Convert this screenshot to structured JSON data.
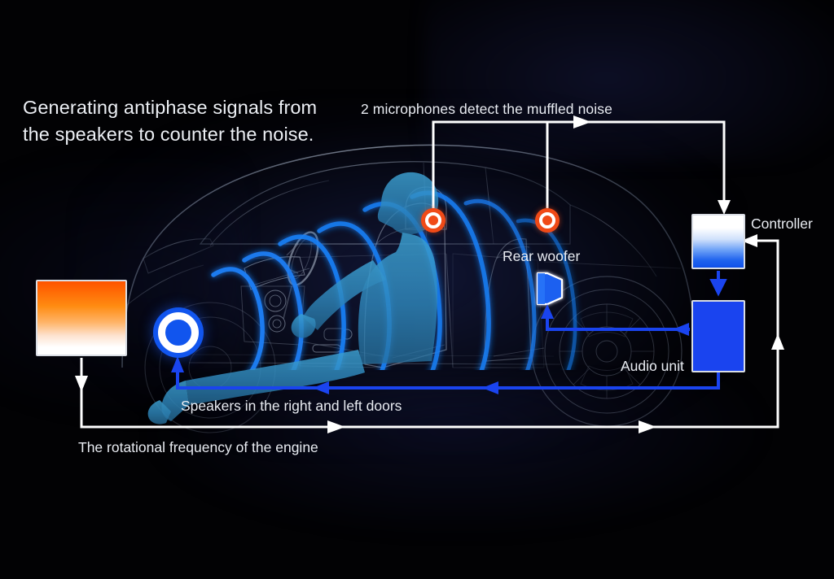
{
  "diagram": {
    "title_line1": "Generating antiphase signals from",
    "title_line2": "the speakers to counter the noise.",
    "background_color": "#020204",
    "accent_blue": "#1a44ef",
    "accent_orange": "#f04a17",
    "line_white": "#ffffff"
  },
  "labels": {
    "microphones": "2 microphones detect the muffled noise",
    "controller": "Controller",
    "audio_unit": "Audio unit",
    "rear_woofer": "Rear woofer",
    "door_speakers": "Speakers in the right and left doors",
    "engine_frequency": "The rotational frequency of the engine"
  },
  "components": [
    {
      "id": "engine-source",
      "name": "engine frequency source",
      "style": "orange-gradient-box"
    },
    {
      "id": "controller",
      "name": "Controller",
      "style": "white-blue-gradient-box"
    },
    {
      "id": "audio-unit",
      "name": "Audio unit",
      "style": "solid-blue-box"
    },
    {
      "id": "mic-front",
      "name": "front microphone",
      "style": "orange-target"
    },
    {
      "id": "mic-rear",
      "name": "rear microphone",
      "style": "orange-target"
    },
    {
      "id": "door-speaker",
      "name": "door speaker",
      "style": "blue-target"
    },
    {
      "id": "rear-woofer",
      "name": "rear woofer",
      "style": "blue-speaker-cone"
    }
  ],
  "signal_flows": [
    {
      "from": "mic-front",
      "to": "controller",
      "color": "#ffffff"
    },
    {
      "from": "mic-rear",
      "to": "controller",
      "color": "#ffffff"
    },
    {
      "from": "engine-source",
      "to": "controller",
      "color": "#ffffff"
    },
    {
      "from": "controller",
      "to": "audio-unit",
      "color": "#1a44ef"
    },
    {
      "from": "audio-unit",
      "to": "rear-woofer",
      "color": "#1a44ef"
    },
    {
      "from": "audio-unit",
      "to": "door-speaker",
      "color": "#1a44ef"
    }
  ]
}
